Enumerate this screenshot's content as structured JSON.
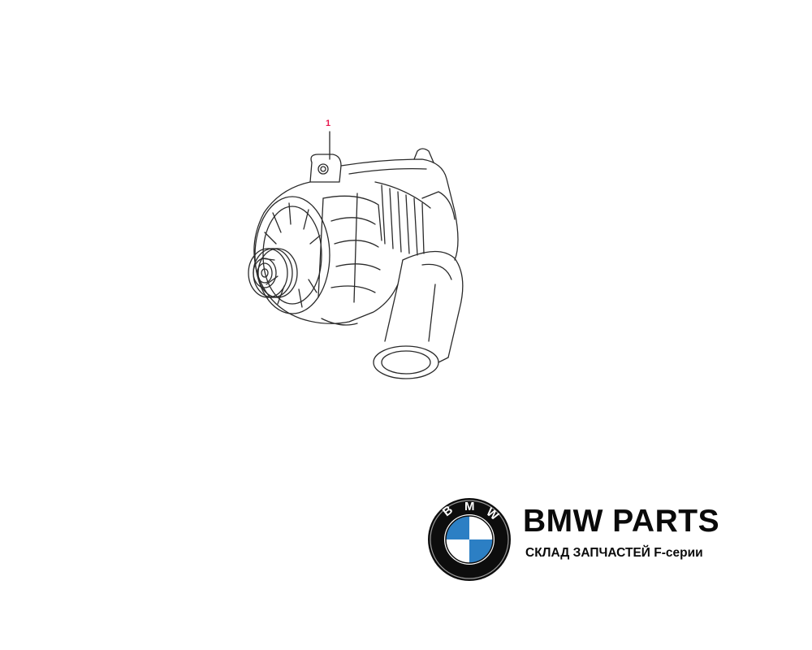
{
  "diagram": {
    "callout_number": "1",
    "part_icon": "alternator-drawing",
    "colors": {
      "line": "#2a2a2a",
      "callout": "#e8194f"
    }
  },
  "brand": {
    "logo_letters": [
      "B",
      "M",
      "W"
    ],
    "title": "BMW PARTS",
    "subtitle": "СКЛАД ЗАПЧАСТЕЙ F-серии",
    "colors": {
      "logo_ring": "#0d0d0d",
      "logo_blue": "#2c7fc4",
      "logo_white": "#ffffff",
      "text": "#0a0a0a"
    }
  }
}
